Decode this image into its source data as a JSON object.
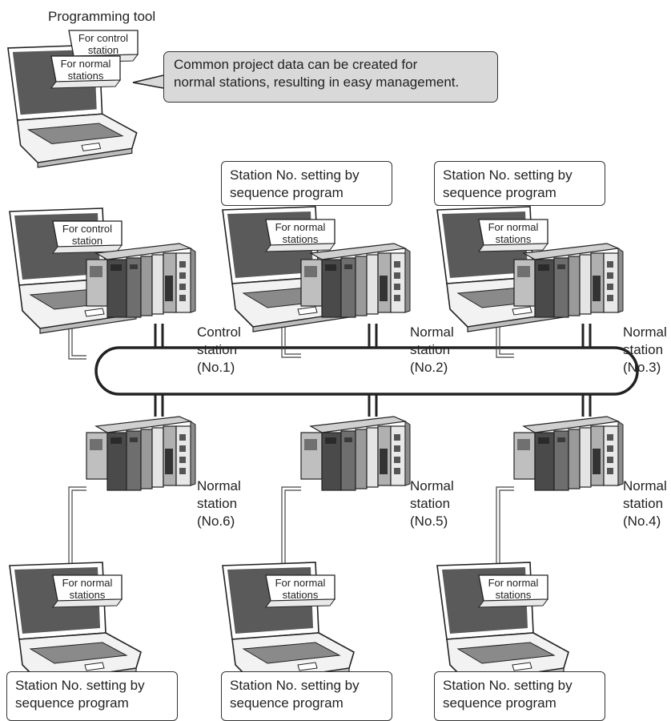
{
  "programming_tool_label": "Programming tool",
  "top_sheets": {
    "control": [
      "For control",
      "station"
    ],
    "normal": [
      "For normal",
      "stations"
    ]
  },
  "callout": [
    "Common project data can be created for",
    "normal stations, resulting in easy management."
  ],
  "setting_box": [
    "Station No. setting by",
    "sequence program"
  ],
  "sheet_control": [
    "For control",
    "station"
  ],
  "sheet_normal": [
    "For normal",
    "stations"
  ],
  "stations": {
    "no1": [
      "Control",
      "station",
      "(No.1)"
    ],
    "no2": [
      "Normal",
      "station",
      "(No.2)"
    ],
    "no3": [
      "Normal",
      "station",
      "(No.3)"
    ],
    "no4": [
      "Normal",
      "station",
      "(No.4)"
    ],
    "no5": [
      "Normal",
      "station",
      "(No.5)"
    ],
    "no6": [
      "Normal",
      "station",
      "(No.6)"
    ]
  },
  "colors": {
    "line": "#222222",
    "callout_fill": "#d9d9d9",
    "laptop_screen": "#5a5a5a",
    "module_dark": "#4a4a4a"
  }
}
